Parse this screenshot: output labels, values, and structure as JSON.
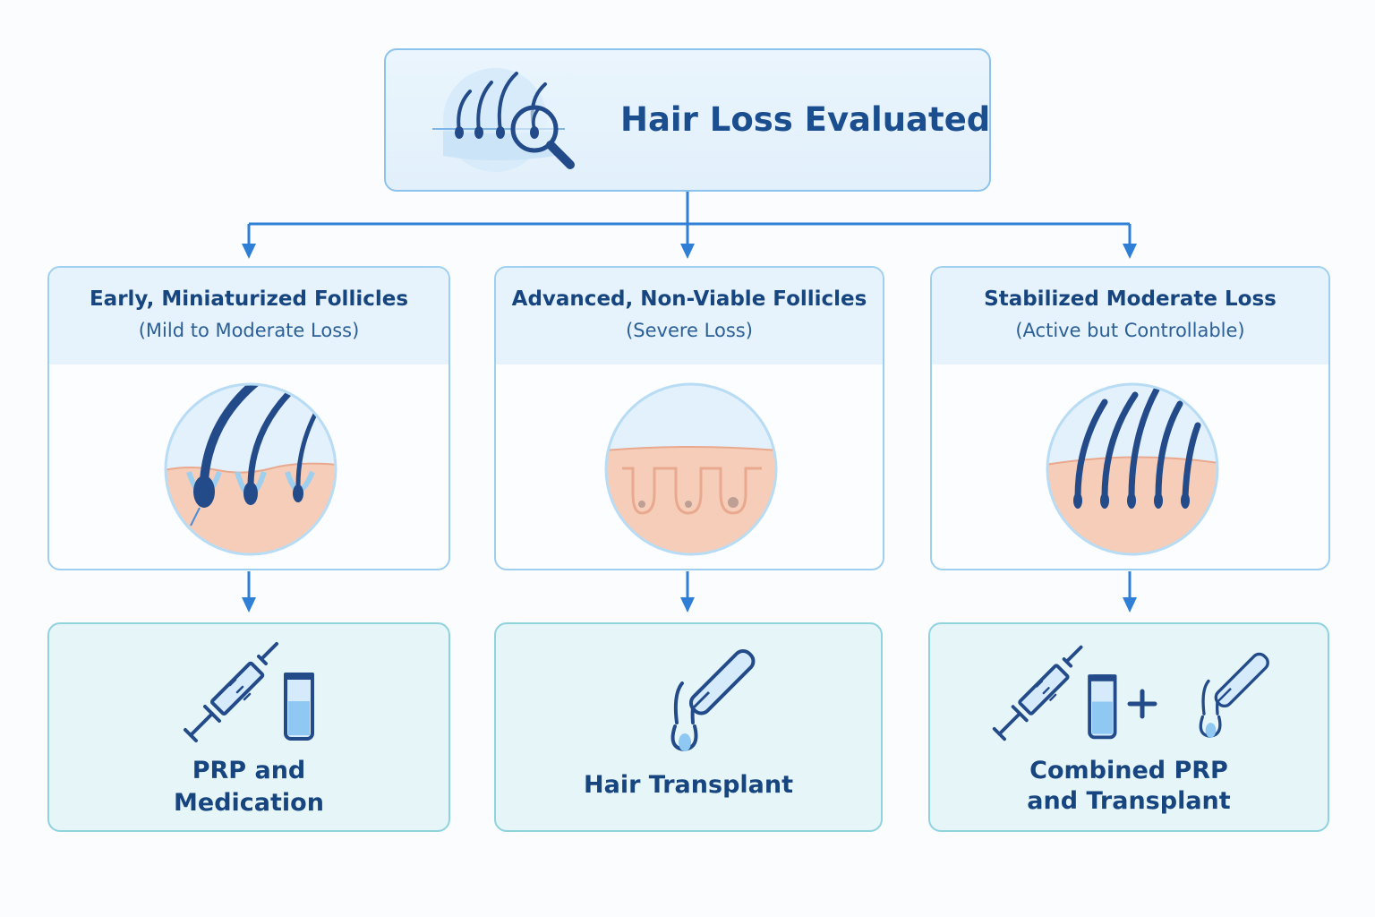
{
  "root": {
    "title": "Hair Loss Evaluated",
    "icon": "magnifier-over-scalp-icon"
  },
  "conditions": [
    {
      "title": "Early, Miniaturized Follicles",
      "subtitle": "(Mild to Moderate Loss)",
      "icon": "miniaturized-follicles-icon"
    },
    {
      "title": "Advanced, Non-Viable Follicles",
      "subtitle": "(Severe Loss)",
      "icon": "empty-follicles-icon"
    },
    {
      "title": "Stabilized Moderate Loss",
      "subtitle": "(Active but Controllable)",
      "icon": "stable-hair-icon"
    }
  ],
  "treatments": [
    {
      "line1": "PRP and",
      "line2": "Medication",
      "icons": [
        "syringe-icon",
        "vial-icon"
      ]
    },
    {
      "line1": "Hair Transplant",
      "line2": "",
      "icons": [
        "transplant-graft-icon"
      ]
    },
    {
      "line1": "Combined PRP",
      "line2": "and Transplant",
      "icons": [
        "syringe-icon",
        "vial-icon",
        "plus-icon",
        "transplant-graft-icon"
      ]
    }
  ],
  "colors": {
    "arrow": "#2f7fd6",
    "title_text": "#1a4e8f",
    "skin": "#f6cdb8",
    "hair": "#234b8a"
  }
}
